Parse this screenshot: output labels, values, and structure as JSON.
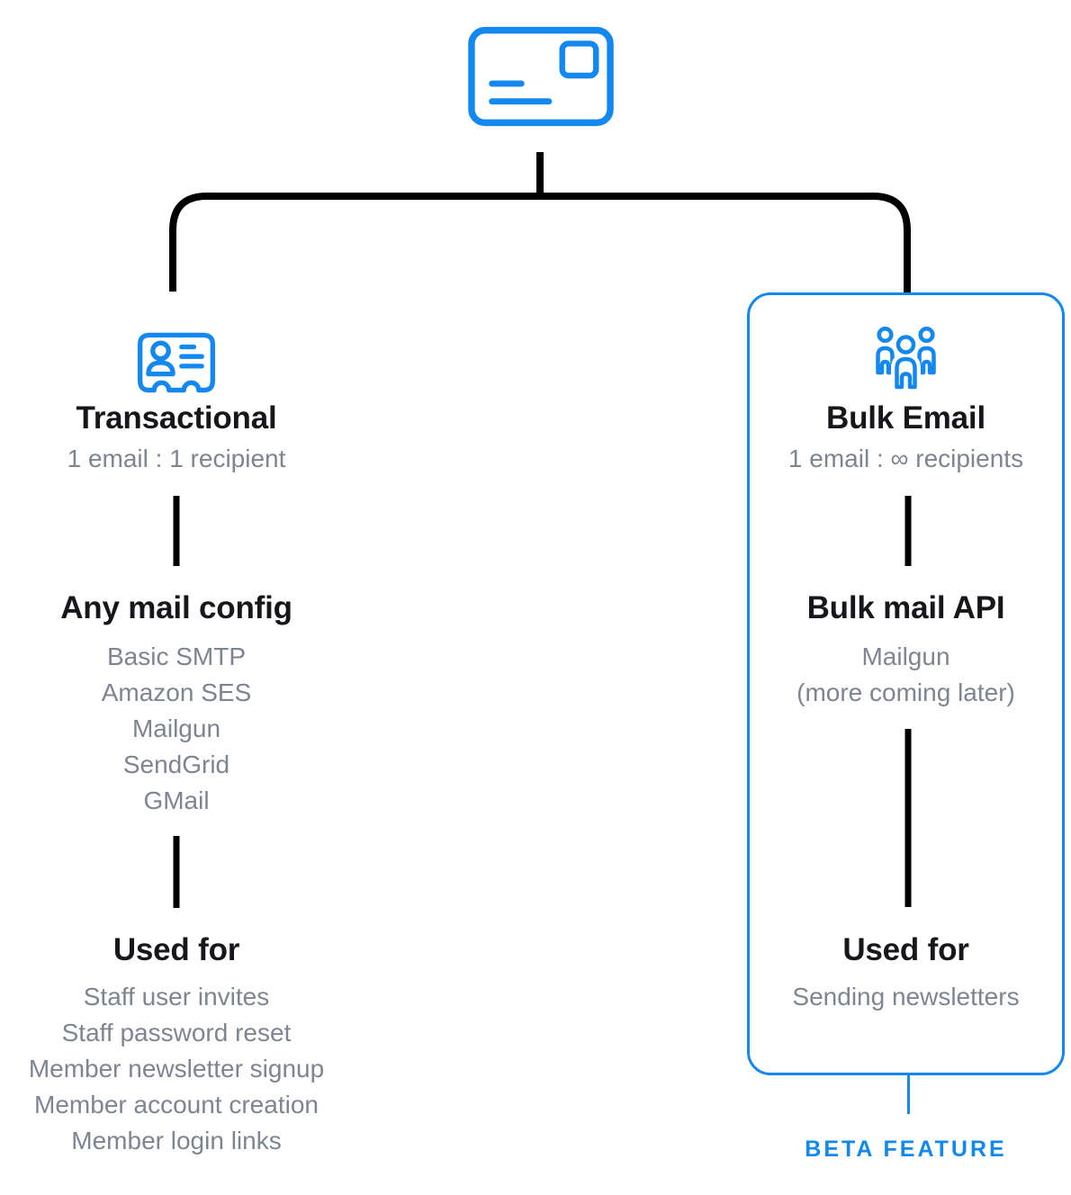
{
  "colors": {
    "accent": "#1288f0",
    "text_dark": "#15171a",
    "text_gray": "#7d8591",
    "line": "#000000",
    "background": "#ffffff"
  },
  "root": {
    "icon": "email-card-icon"
  },
  "left": {
    "icon": "contact-card-icon",
    "title": "Transactional",
    "subtitle": "1 email : 1 recipient",
    "config_heading": "Any mail config",
    "config_items": [
      "Basic SMTP",
      "Amazon SES",
      "Mailgun",
      "SendGrid",
      "GMail"
    ],
    "used_for_heading": "Used for",
    "used_for_items": [
      "Staff user invites",
      "Staff password reset",
      "Member newsletter signup",
      "Member account creation",
      "Member login links"
    ]
  },
  "right": {
    "icon": "group-people-icon",
    "title": "Bulk Email",
    "subtitle": "1 email : ∞ recipients",
    "config_heading": "Bulk mail API",
    "config_items": [
      "Mailgun",
      "(more coming later)"
    ],
    "used_for_heading": "Used for",
    "used_for_items": [
      "Sending newsletters"
    ],
    "badge": "BETA FEATURE"
  }
}
